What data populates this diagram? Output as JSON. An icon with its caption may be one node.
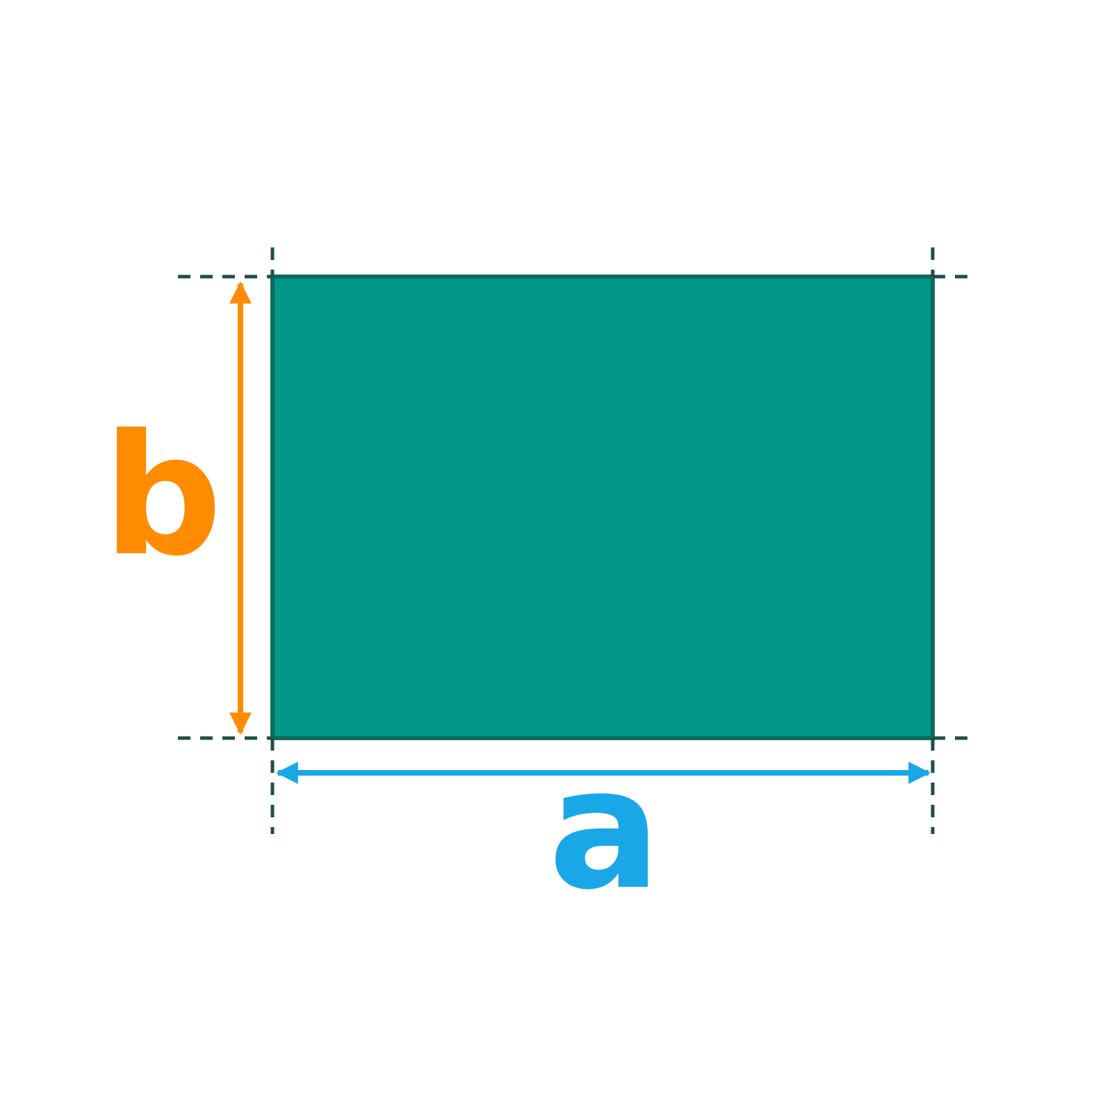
{
  "diagram": {
    "nodes": [
      {
        "text": [],
        "shape": "box"
      }
    ],
    "labels": [
      "b",
      "a"
    ]
  }
}
